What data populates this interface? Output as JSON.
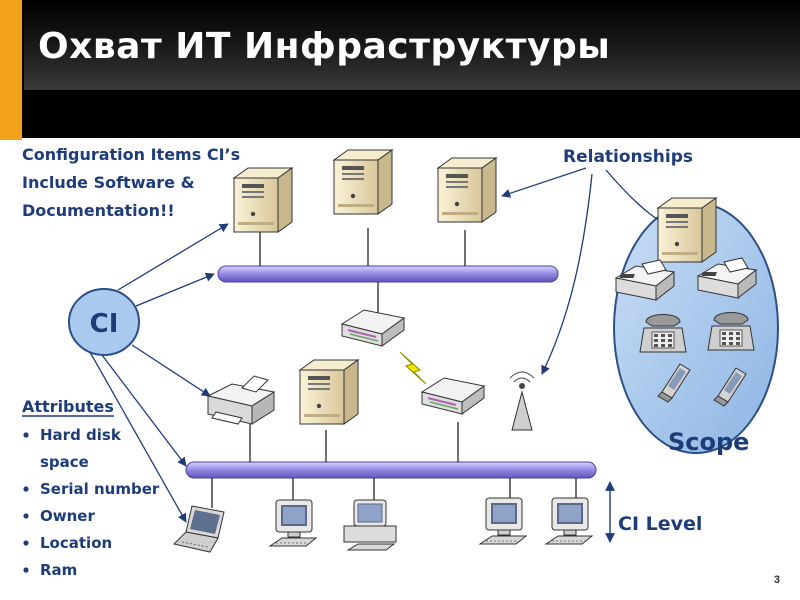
{
  "slide": {
    "title": "Охват ИТ Инфраструктуры",
    "page_number": "3"
  },
  "diagram": {
    "ci_text_lines": [
      "Configuration Items CI’s",
      "Include Software &",
      "Documentation!!"
    ],
    "relationships_label": "Relationships",
    "ci_bubble_label": "CI",
    "attributes_heading": "Attributes",
    "attribute_lines": [
      {
        "bullet": true,
        "text": "Hard disk"
      },
      {
        "bullet": false,
        "text": "space"
      },
      {
        "bullet": true,
        "text": "Serial number"
      },
      {
        "bullet": true,
        "text": "Owner"
      },
      {
        "bullet": true,
        "text": "Location"
      },
      {
        "bullet": true,
        "text": "Ram"
      }
    ],
    "scope_label": "Scope",
    "ci_level_label": "CI Level",
    "colors": {
      "label_blue": "#1e3d78",
      "bus_purple": "#8a7fd6",
      "scope_fill": "#a8c8ee",
      "accent_orange": "#f4a11d",
      "lightning_yellow": "#f2e600"
    },
    "icons": [
      "server-icon",
      "router-icon",
      "printer-icon",
      "antenna-icon",
      "fax-icon",
      "telephone-icon",
      "mobile-phone-icon",
      "laptop-icon",
      "desktop-icon",
      "workstation-icon"
    ]
  }
}
